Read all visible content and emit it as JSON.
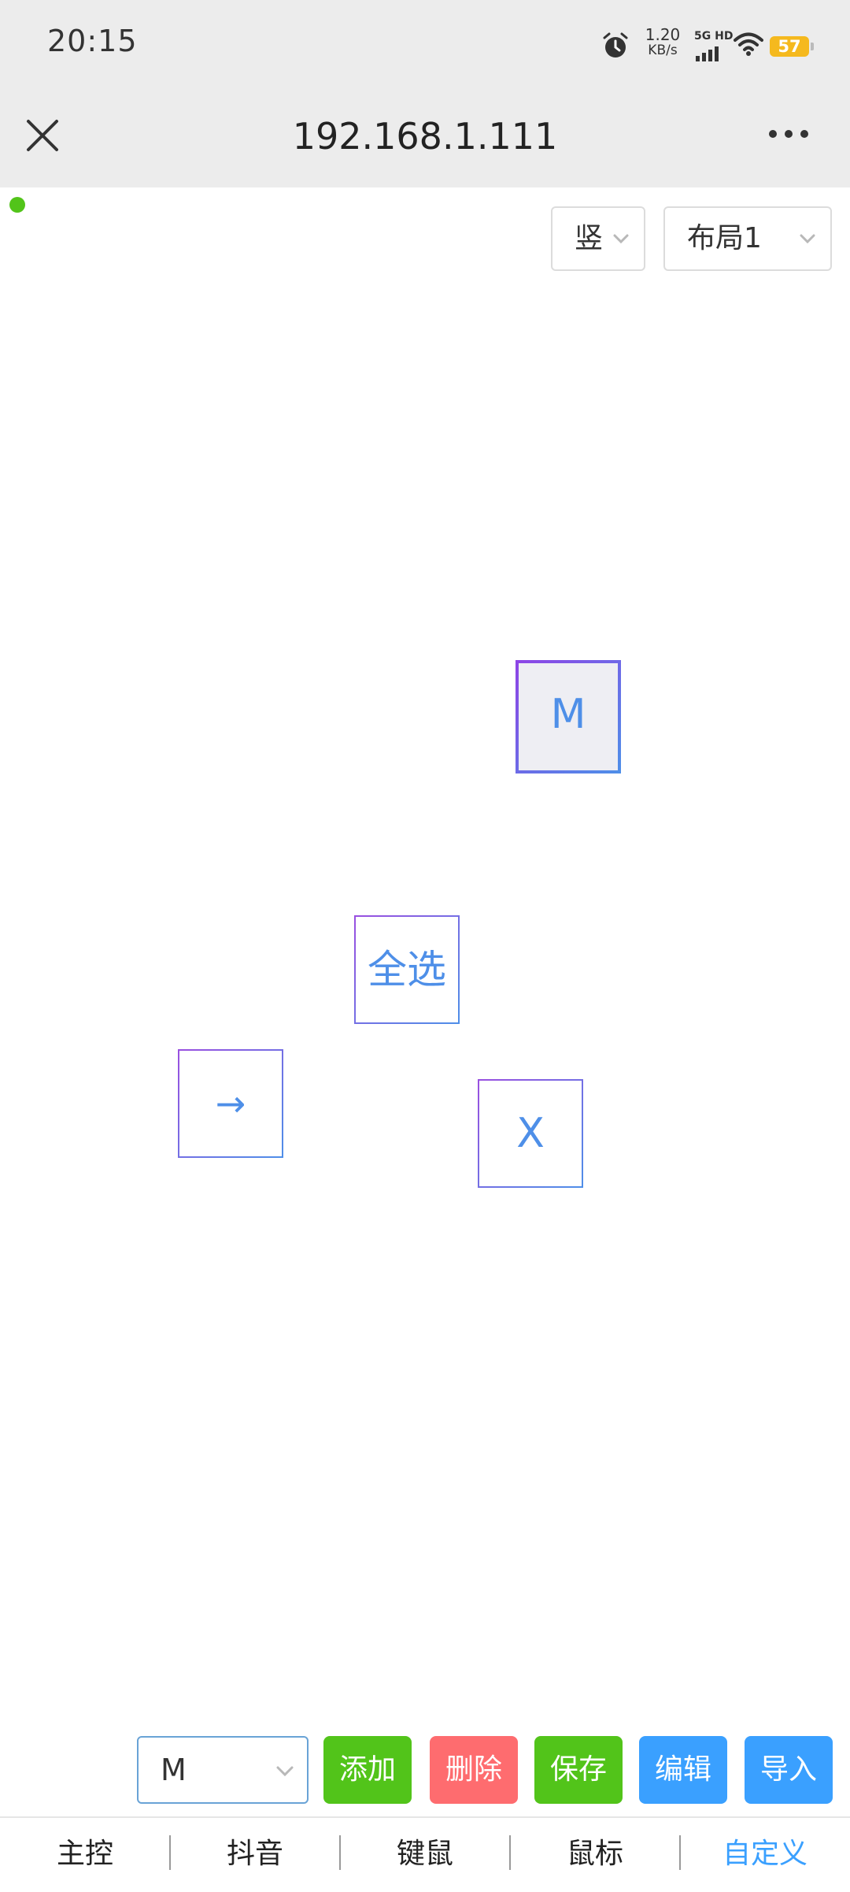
{
  "status_bar": {
    "time": "20:15",
    "net_speed": "1.20",
    "net_speed_unit": "KB/s",
    "network_badge": "5G HD",
    "battery": "57",
    "icons": [
      "alarm-icon",
      "signal-icon",
      "wifi-icon",
      "battery-icon"
    ]
  },
  "title_bar": {
    "title": "192.168.1.111",
    "icons": [
      "close-icon",
      "more-icon"
    ]
  },
  "controls": {
    "orientation_value": "竖",
    "layout_value": "布局1",
    "connection_color": "#52c41a"
  },
  "keys": [
    {
      "label": "M"
    },
    {
      "label": "全选"
    },
    {
      "label": "→"
    },
    {
      "label": "X"
    }
  ],
  "toolbar": {
    "key_select_value": "M",
    "add_label": "添加",
    "delete_label": "删除",
    "save_label": "保存",
    "edit_label": "编辑",
    "import_label": "导入"
  },
  "tabs": [
    {
      "label": "主控"
    },
    {
      "label": "抖音"
    },
    {
      "label": "键鼠"
    },
    {
      "label": "鼠标"
    },
    {
      "label": "自定义"
    }
  ],
  "colors": {
    "green": "#52c41a",
    "red": "#fe6c6f",
    "blue": "#3aa0ff",
    "key_border_start": "#9a4fe0",
    "key_border_end": "#4e8fe8"
  }
}
